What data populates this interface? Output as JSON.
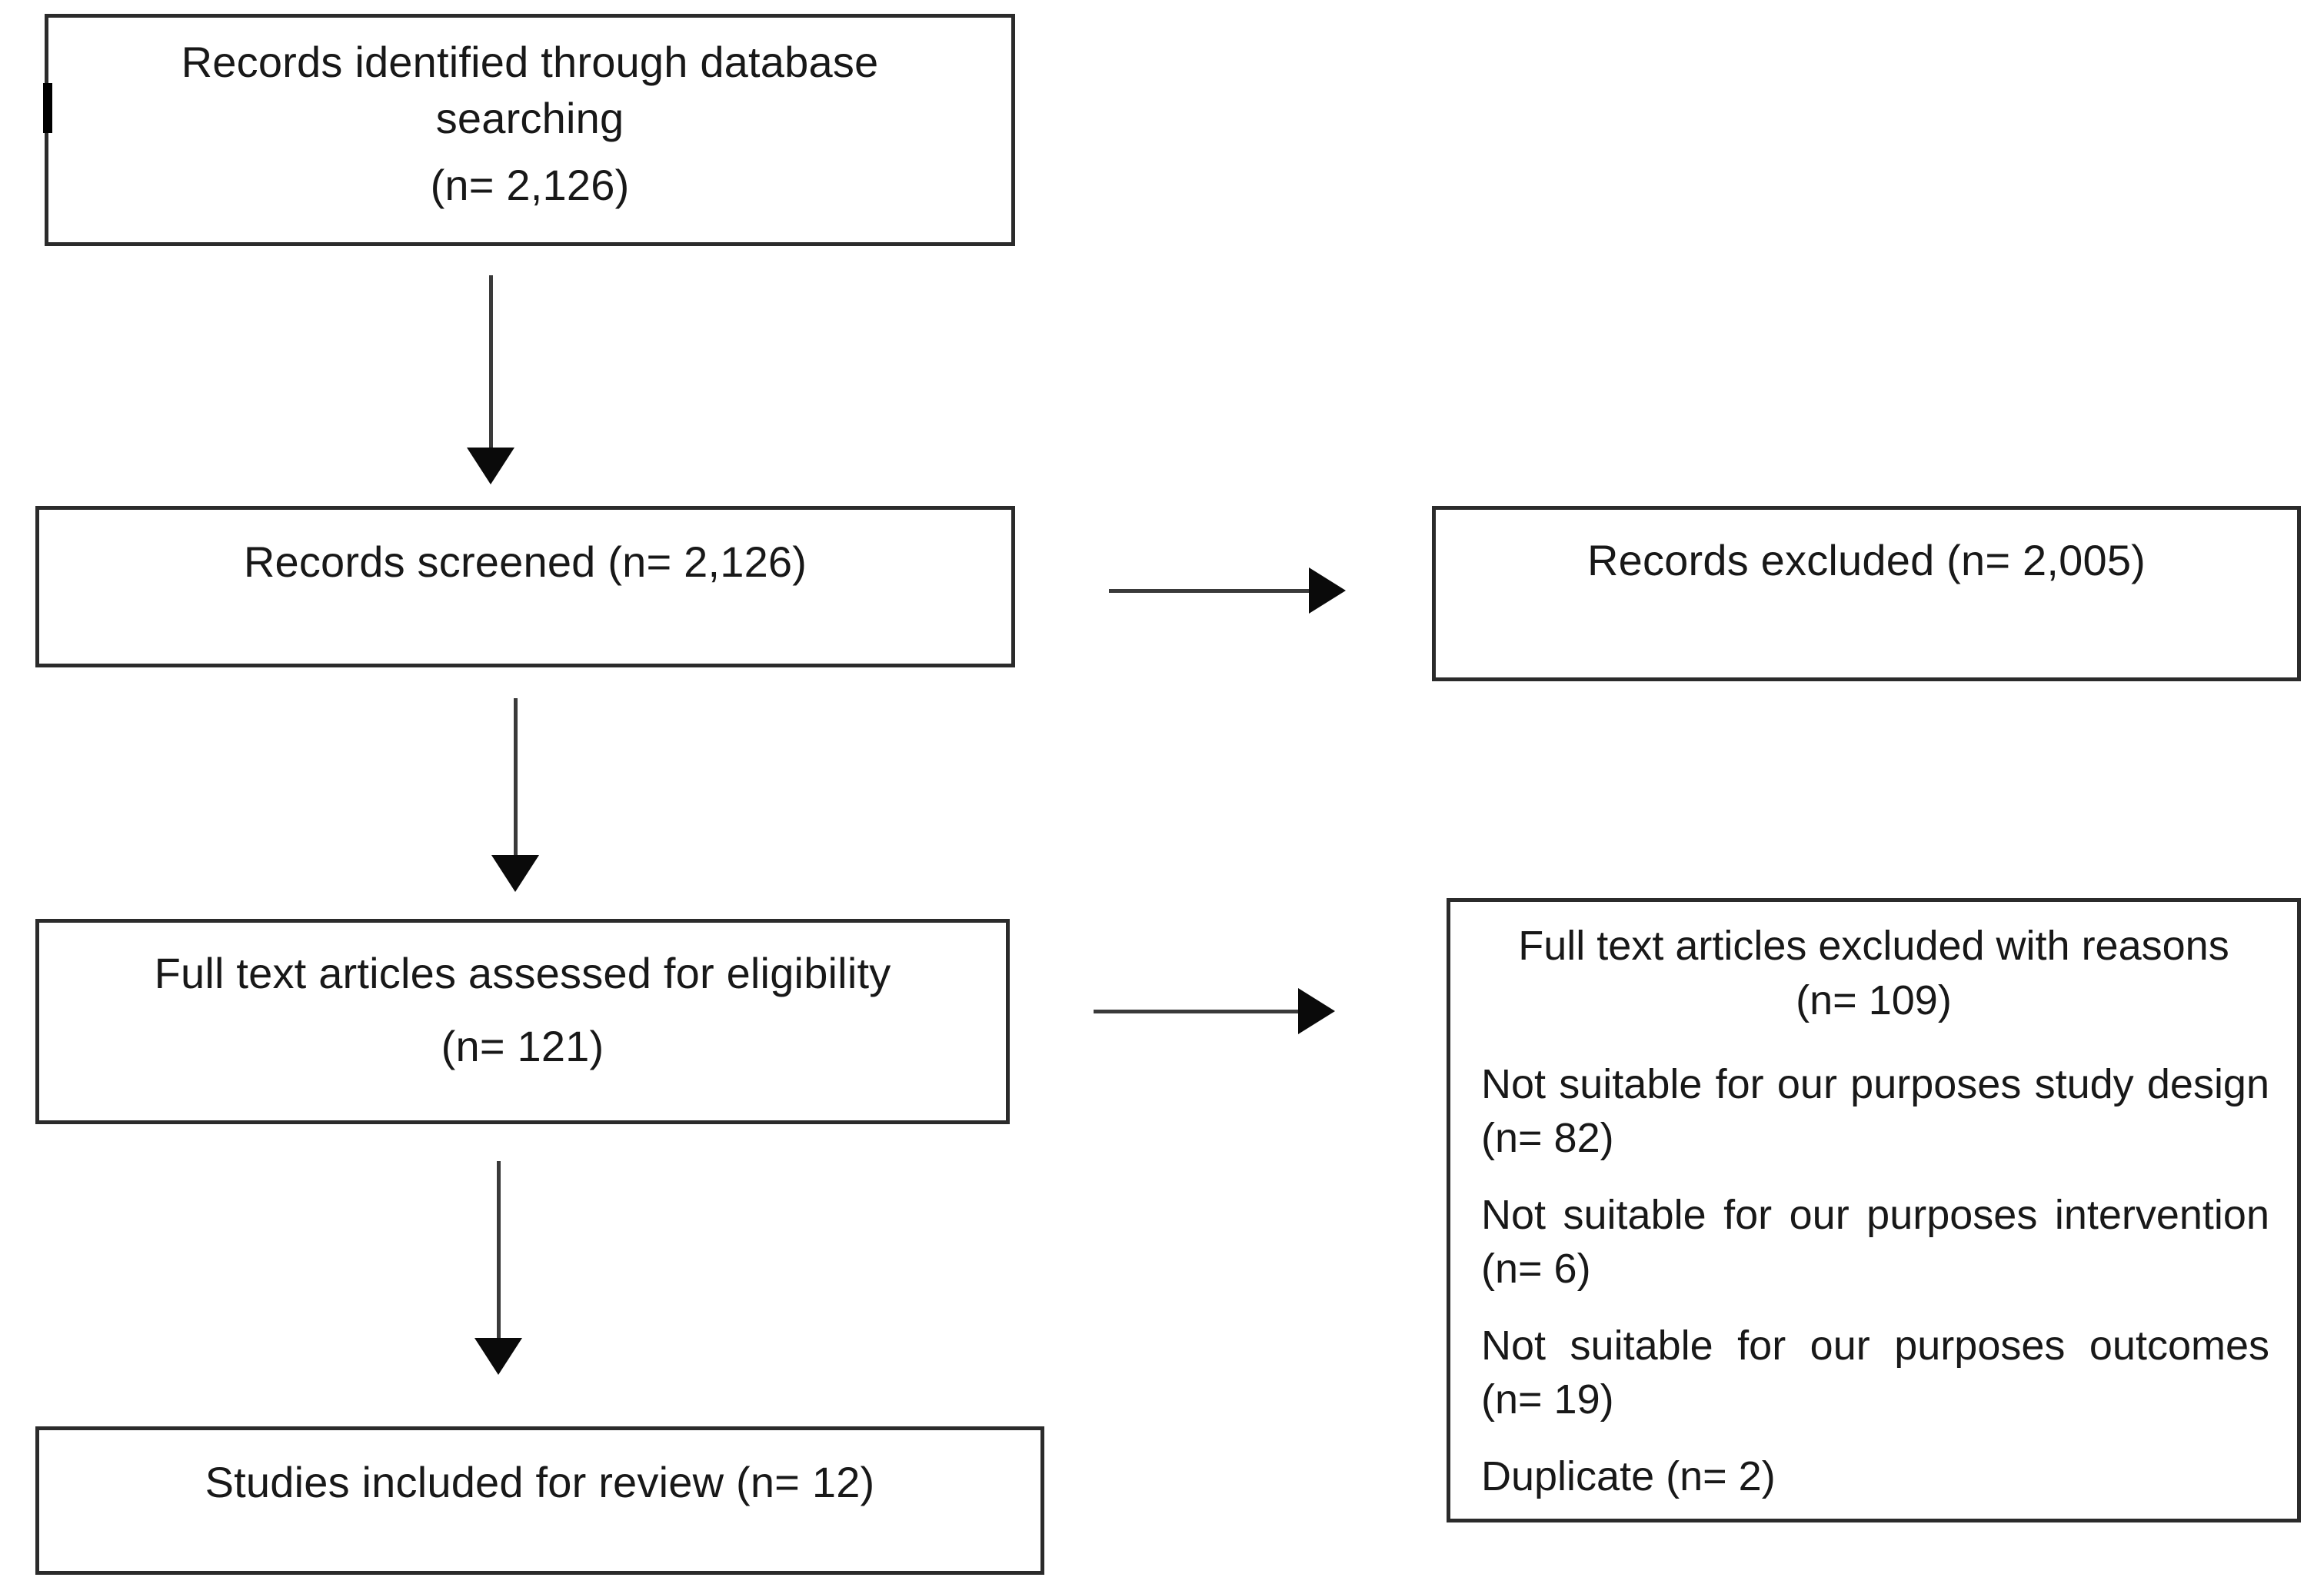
{
  "diagram": {
    "type": "prisma-flow-diagram",
    "boxes": {
      "identified": {
        "line1": "Records identified through database searching",
        "line2": "(n= 2,126)"
      },
      "screened": {
        "line1": "Records screened (n= 2,126)"
      },
      "eligibility": {
        "line1": "Full text articles assessed for eligibility",
        "line2": "(n= 121)"
      },
      "included": {
        "line1": "Studies included for review (n= 12)"
      },
      "records_excluded": {
        "line1": "Records excluded (n= 2,005)"
      },
      "fulltext_excluded": {
        "heading": "Full text articles excluded with reasons (n= 109)",
        "reasons": [
          "Not suitable for our purposes study design (n= 82)",
          "Not suitable for our purposes intervention (n= 6)",
          "Not suitable for our purposes outcomes (n= 19)",
          "Duplicate (n= 2)"
        ]
      }
    },
    "counts": {
      "identified": 2126,
      "screened": 2126,
      "records_excluded": 2005,
      "fulltext_assessed": 121,
      "fulltext_excluded": 109,
      "reason_study_design": 82,
      "reason_intervention": 6,
      "reason_outcomes": 19,
      "reason_duplicate": 2,
      "included": 12
    },
    "colors": {
      "background": "#ffffff",
      "box_border": "#2b2b2b",
      "text": "#181818",
      "arrow": "#0a0a0a"
    }
  }
}
